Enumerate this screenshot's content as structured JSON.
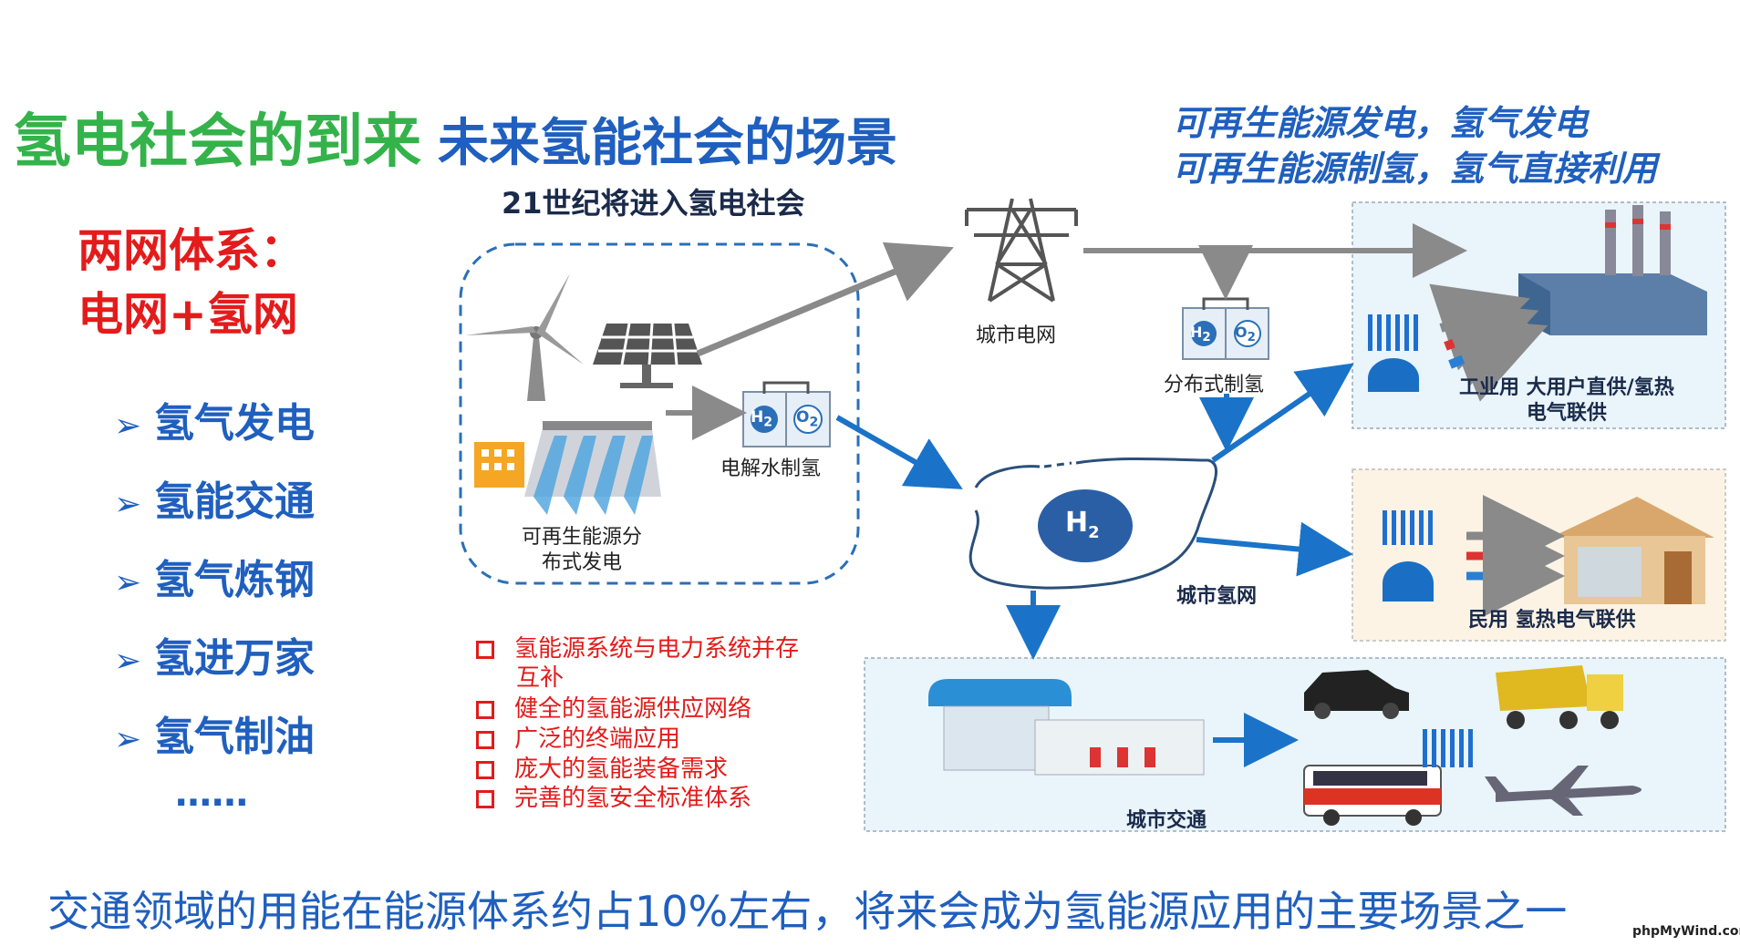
{
  "title_main": "氢电社会的到来",
  "title_sub": "未来氢能社会的场景",
  "top_note": [
    "可再生能源发电，氢气发电",
    "可再生能源制氢，氢气直接利用"
  ],
  "subtitle": "21世纪将进入氢电社会",
  "two_network": [
    "两网体系：",
    "电网+氢网"
  ],
  "left_items": [
    "氢气发电",
    "氢能交通",
    "氢气炼钢",
    "氢进万家",
    "氢气制油"
  ],
  "ellipsis": "……",
  "bullets": [
    "氢能源系统与电力系统并存",
    "互补",
    "健全的氢能源供应网络",
    "广泛的终端应用",
    "庞大的氢能装备需求",
    "完善的氢安全标准体系"
  ],
  "labels": {
    "renewable": [
      "可再生能源分",
      "布式发电"
    ],
    "electrolysis": "电解水制氢",
    "city_grid": "城市电网",
    "distributed_h2": "分布式制氢",
    "h2": "H",
    "h2_sub": "2",
    "city_h2_net": "城市氢网",
    "industrial": [
      "工业用 大用户直供/氢热",
      "电气联供"
    ],
    "civil": "民用 氢热电气联供",
    "city_transport": "城市交通",
    "h2_cell": "H",
    "o2_cell": "O",
    "cell_sub": "2"
  },
  "bottom_text": "交通领域的用能在能源体系约占10%左右，将来会成为氢能源应用的主要场景之一",
  "watermark": "phpMyWind.com",
  "colors": {
    "green": "#33b34a",
    "blue": "#1f5fbf",
    "red": "#e31b1b",
    "arrow_blue": "#1a73c8",
    "arrow_gray": "#8a8a8a"
  }
}
